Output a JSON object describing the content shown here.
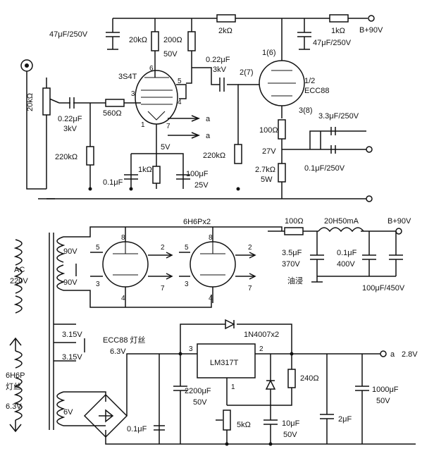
{
  "amp": {
    "c_top": "47μF/250V",
    "r_20k_top": "20kΩ",
    "r_200": "200Ω",
    "v_50": "50V",
    "r_2k": "2kΩ",
    "r_1k_top": "1kΩ",
    "bplus_top": "B+90V",
    "c_47_right": "47μF/250V",
    "tube1": "3S4T",
    "tube2_l1": "1/2",
    "tube2_l2": "ECC88",
    "pin6": "6",
    "pin3": "3",
    "pin5": "5",
    "pin4": "4",
    "pin1": "1",
    "pin7": "7",
    "pin_1_6": "1(6)",
    "pin_2_7": "2(7)",
    "pin_3_8": "3(8)",
    "c_coup_l1": "0.22μF",
    "c_coup_l2": "3kV",
    "c_in_l1": "0.22μF",
    "c_in_l2": "3kV",
    "pot": "20kΩ",
    "r_560": "560Ω",
    "r_220_l": "220kΩ",
    "r_220_r": "220kΩ",
    "a1": "a",
    "a2": "a",
    "v_5": "5V",
    "c_01_l": "0.1μF",
    "r_1k_c": "1kΩ",
    "c_100_l1": "100μF",
    "c_100_l2": "25V",
    "r_100": "100Ω",
    "v_27": "27V",
    "r_27k_l1": "2.7kΩ",
    "r_27k_l2": "5W",
    "c_33": "3.3μF/250V",
    "c_01_r": "0.1μF/250V"
  },
  "psu": {
    "ac_l1": "AC",
    "ac_l2": "220V",
    "sec1": "90V",
    "sec2": "90V",
    "rect": "6H6Px2",
    "r_100": "100Ω",
    "choke": "20H50mA",
    "bplus": "B+90V",
    "c1_l1": "3.5μF",
    "c1_l2": "370V",
    "c1_l3": "油浸",
    "c2_l1": "0.1μF",
    "c2_l2": "400V",
    "c3": "100μF/450V",
    "p8a": "8",
    "p5a": "5",
    "p2a": "2",
    "p3a": "3",
    "p7a": "7",
    "p4a": "4",
    "p8b": "8",
    "p5b": "5",
    "p2b": "2",
    "p3b": "3",
    "p7b": "7",
    "p4b": "4"
  },
  "fil": {
    "w1": "3.15V",
    "w2": "3.15V",
    "ecc_l1": "ECC88 灯丝",
    "ecc_l2": "6.3V",
    "h_l1": "6H6P",
    "h_l2": "灯丝",
    "h_l3": "6.3V",
    "v6": "6V",
    "diode": "1N4007x2",
    "reg": "LM317T",
    "rp3": "3",
    "rp2": "2",
    "rp1": "1",
    "c2200_l1": "2200μF",
    "c2200_l2": "50V",
    "r240": "240Ω",
    "c01": "0.1μF",
    "pot5k": "5kΩ",
    "c10_l1": "10μF",
    "c10_l2": "50V",
    "c2u": "2μF",
    "c1000_l1": "1000μF",
    "c1000_l2": "50V",
    "out_a": "a",
    "out_v": "2.8V"
  }
}
